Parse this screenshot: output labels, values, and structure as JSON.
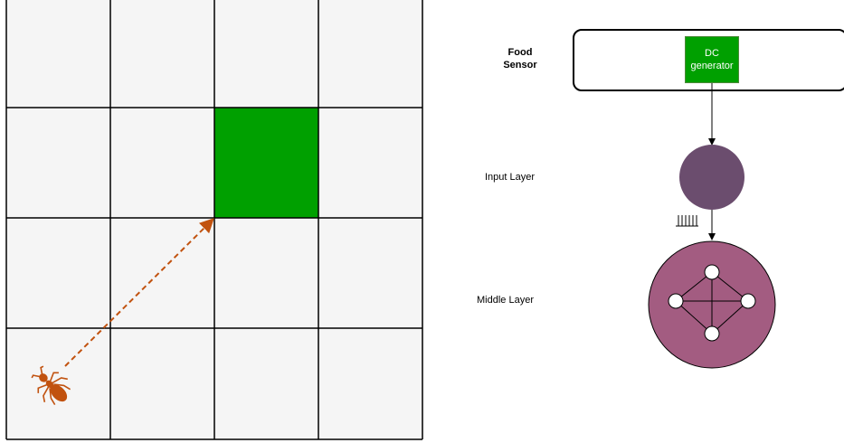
{
  "labels": {
    "food_sensor_line1": "Food",
    "food_sensor_line2": "Sensor",
    "dc_line1": "DC",
    "dc_line2": "generator",
    "input_layer": "Input Layer",
    "middle_layer": "Middle Layer"
  },
  "grid": {
    "rows": 4,
    "cols": 4,
    "food_cell": {
      "row": 1,
      "col": 2
    },
    "ant_cell": {
      "row": 3,
      "col": 0
    }
  },
  "colors": {
    "grid_bg": "#f5f5f5",
    "grid_line": "#000000",
    "food": "#00a000",
    "ant": "#c1520f",
    "path_arrow": "#c1520f",
    "dc_generator": "#00a000",
    "input_neuron": "#6b4d6e",
    "middle_layer": "#a35c81",
    "middle_node": "#ffffff"
  },
  "icons": {
    "ant": "ant-icon",
    "spike_train": "spike-train-icon"
  }
}
